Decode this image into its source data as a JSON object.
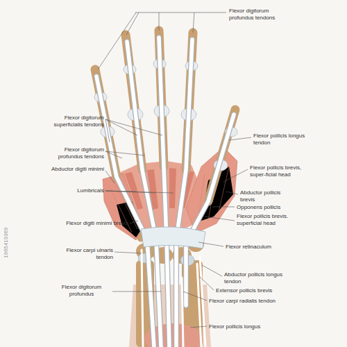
{
  "diagram": {
    "labels": [
      "Flexor digitorum profundus tendons",
      "Flexor digitorum superficialis tendons",
      "Flexor digitorum profundus tendons",
      "Abductor digiti minimi",
      "Lumbricals",
      "Flexor digiti minimi brevis",
      "Flexor carpi ulnaris tendon",
      "Flexor digitorum profundus",
      "Flexor pollicis longus tendon",
      "Flexor pollicis brevis, super-ficial head",
      "Abductor pollicis brevis",
      "Opponens pollicis",
      "Flexor pollicis brevis. superficial head",
      "Flexor retinaculum",
      "Abductor pollicis longus tendon",
      "Extensor pollicis brevis",
      "Flexor carpi radialis tendon",
      "Flexor pollicis longus",
      "1965419369"
    ]
  }
}
